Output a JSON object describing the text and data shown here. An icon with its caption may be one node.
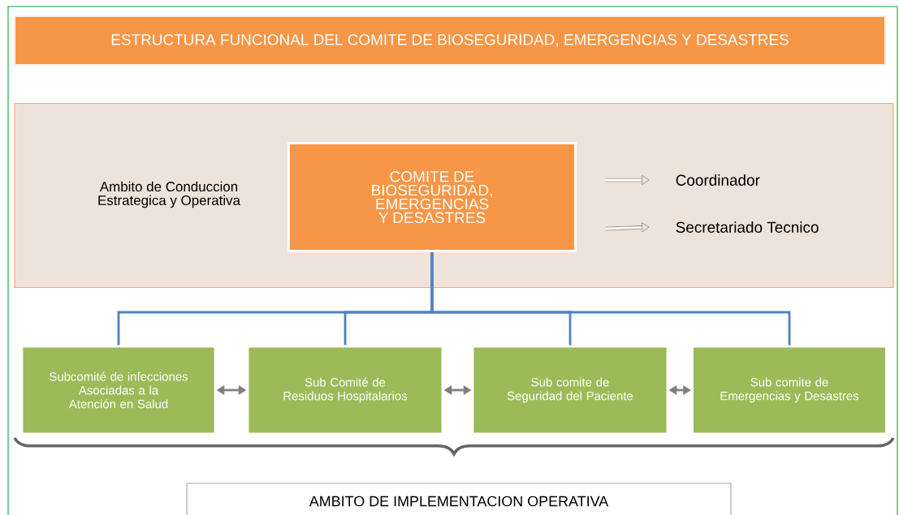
{
  "diagram": {
    "title": "ESTRUCTURA FUNCIONAL DEL COMITE DE BIOSEGURIDAD, EMERGENCIAS Y DESASTRES",
    "nodes": [
      {
        "text": [
          "Ambito de Conduccion Estrategica y Operativa"
        ]
      },
      {
        "text": [
          "COMITE DE BIOSEGURIDAD, EMERGENCIAS Y DESASTRES"
        ],
        "in": 0
      },
      {
        "text": [
          "Coordinador"
        ],
        "in": 0
      },
      {
        "text": [
          "Secretariado Tecnico"
        ],
        "in": 0
      },
      {
        "text": [
          "Subcomité de infecciones Asociadas a la Atención en Salud"
        ]
      },
      {
        "text": [
          "Sub Comité de Residuos Hospitalarios"
        ]
      },
      {
        "text": [
          "Sub comite de Seguridad del Paciente"
        ]
      },
      {
        "text": [
          "Sub comite de Emergencias y Desastres"
        ]
      },
      {
        "text": [
          "AMBITO DE IMPLEMENTACION OPERATIVA"
        ]
      }
    ],
    "edges": [
      {
        "from": null,
        "to": 2,
        "arrow": "to",
        "color": "#8c8c8c"
      },
      {
        "from": null,
        "to": 3,
        "arrow": "to",
        "color": "#8c8c8c"
      },
      {
        "from": 1,
        "to": 4,
        "arrow": "none"
      },
      {
        "from": 1,
        "to": 5,
        "arrow": "none"
      },
      {
        "from": 1,
        "to": 6,
        "arrow": "none"
      },
      {
        "from": 1,
        "to": 7,
        "arrow": "none"
      },
      {
        "from": 4,
        "to": 5,
        "arrow": "both",
        "color": "#7f7f7f"
      },
      {
        "from": 5,
        "to": 6,
        "arrow": "both",
        "color": "#7f7f7f"
      },
      {
        "from": 6,
        "to": 7,
        "arrow": "both",
        "color": "#7f7f7f"
      }
    ]
  }
}
